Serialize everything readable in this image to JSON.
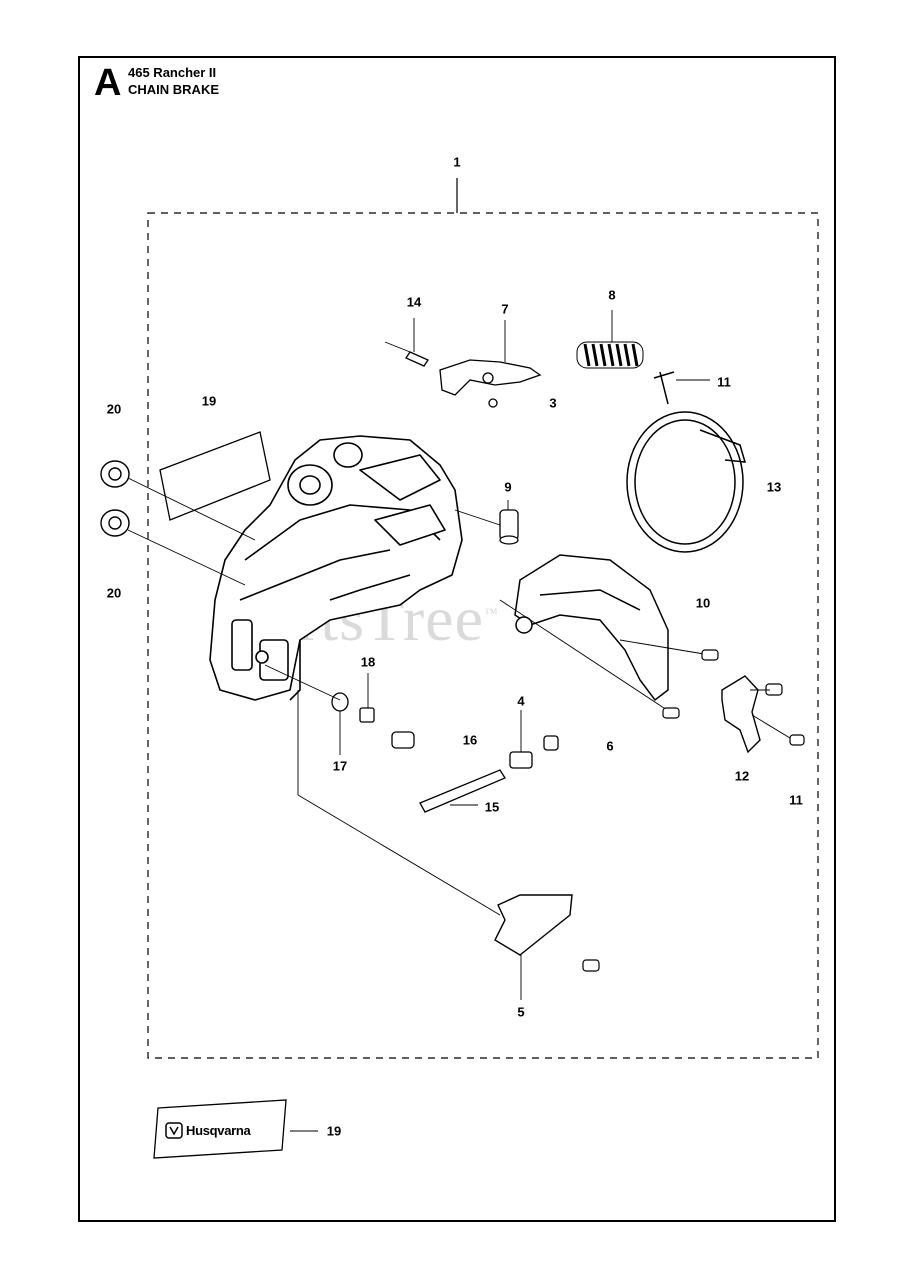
{
  "header": {
    "section_letter": "A",
    "model": "465 Rancher II",
    "subtitle": "CHAIN BRAKE"
  },
  "callouts": {
    "c1": "1",
    "c14": "14",
    "c7": "7",
    "c8": "8",
    "c3": "3",
    "c11a": "11",
    "c20a": "20",
    "c19": "19",
    "c13": "13",
    "c9": "9",
    "c20b": "20",
    "c10": "10",
    "c18": "18",
    "c4": "4",
    "c16": "16",
    "c6": "6",
    "c17": "17",
    "c12": "12",
    "c15": "15",
    "c11b": "11",
    "c5": "5",
    "c19_decal": "19"
  },
  "watermark": "PartsTree",
  "watermark_mark": "™",
  "logo": {
    "brand": "Husqvarna"
  }
}
